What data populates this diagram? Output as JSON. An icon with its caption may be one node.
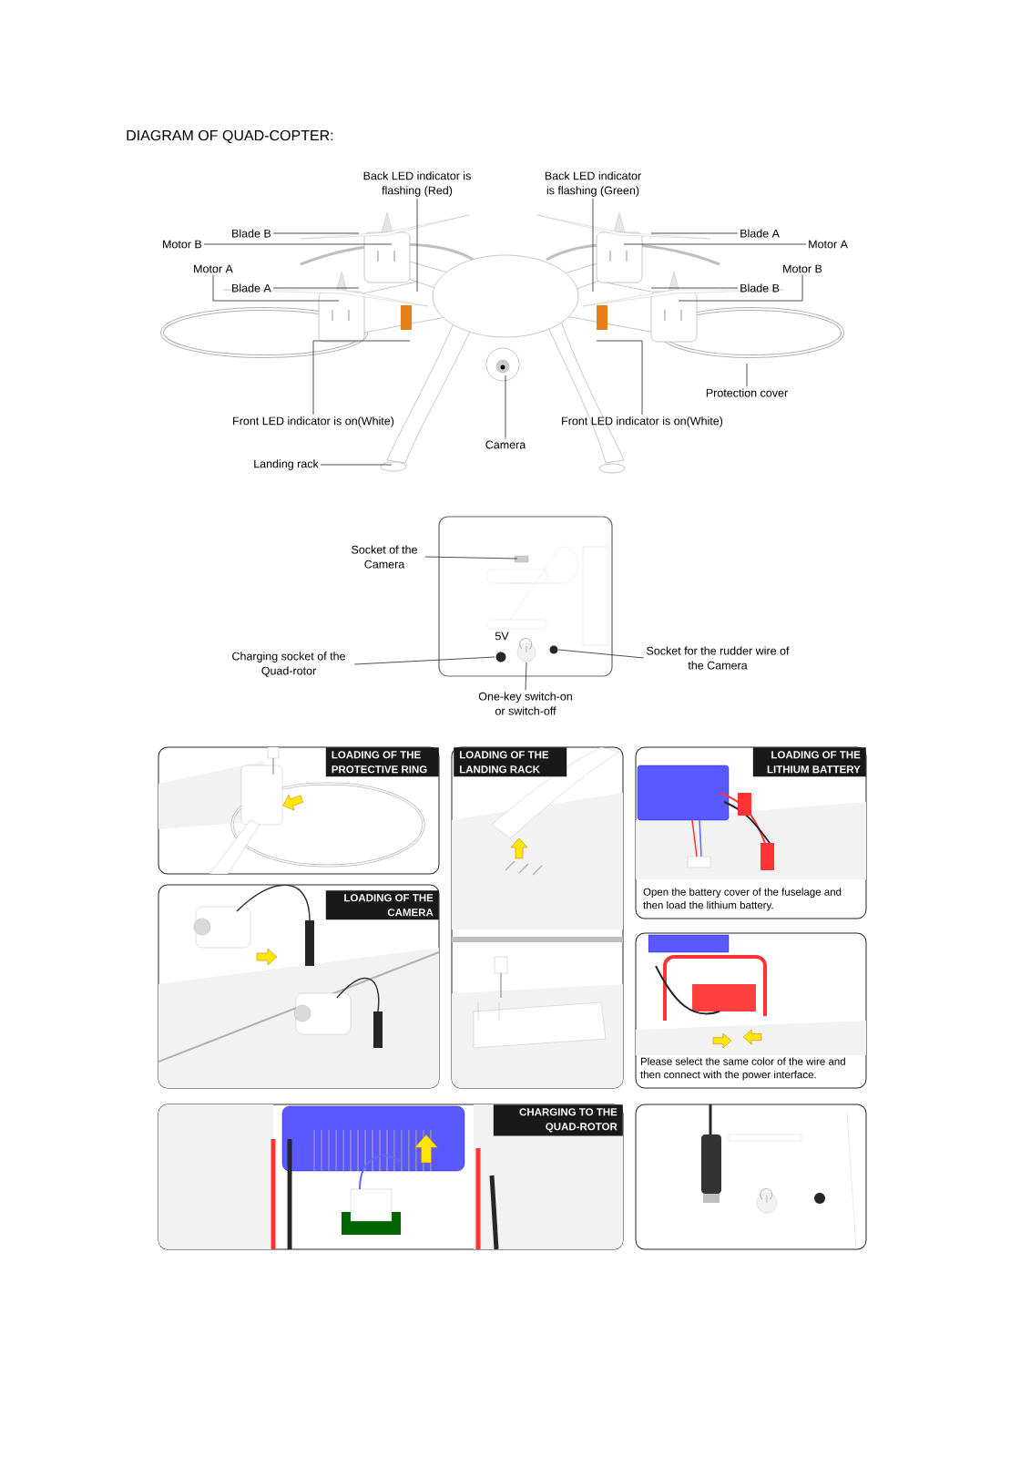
{
  "diagram": {
    "title": "DIAGRAM OF QUAD-COPTER:",
    "nodes": [
      {
        "text": [
          "Back LED indicator is flashing (Red)"
        ]
      },
      {
        "text": [
          "Back LED indicator is flashing (Green)"
        ]
      },
      {
        "text": [
          "Blade B"
        ]
      },
      {
        "text": [
          "Blade A"
        ]
      },
      {
        "text": [
          "Motor B"
        ]
      },
      {
        "text": [
          "Motor A"
        ]
      },
      {
        "text": [
          "Motor A"
        ]
      },
      {
        "text": [
          "Motor B"
        ]
      },
      {
        "text": [
          "Blade A"
        ]
      },
      {
        "text": [
          "Blade B"
        ]
      },
      {
        "text": [
          "Protection cover"
        ]
      },
      {
        "text": [
          "Front LED indicator is on(White)"
        ]
      },
      {
        "text": [
          "Front LED indicator is on(White)"
        ]
      },
      {
        "text": [
          "Camera"
        ]
      },
      {
        "text": [
          "Landing rack"
        ]
      },
      {
        "text": [
          "5V"
        ]
      },
      {
        "text": [
          "Socket of the Camera"
        ]
      },
      {
        "text": [
          "Charging socket of the Quad-rotor"
        ]
      },
      {
        "text": [
          "Socket for the rudder wire of the Camera"
        ]
      },
      {
        "text": [
          "One-key switch-on or switch-off"
        ]
      },
      {
        "text": [
          "LOADING OF THE PROTECTIVE RING"
        ]
      },
      {
        "text": [
          "LOADING OF THE CAMERA"
        ]
      },
      {
        "text": [
          "LOADING OF THE LANDING RACK"
        ]
      },
      {
        "text": [
          "LOADING OF THE LITHIUM BATTERY",
          "Open the battery cover of the fuselage and then load the lithium battery."
        ]
      },
      {
        "text": [
          "Please select the same color of the wire and then connect with the power interface."
        ]
      },
      {
        "text": [
          "CHARGING TO THE QUAD-ROTOR"
        ]
      },
      {
        "text": [],
        "shape": "picture"
      }
    ],
    "edges": [
      {
        "from": 0,
        "to": null,
        "arrow": "none"
      },
      {
        "from": 1,
        "to": null,
        "arrow": "none"
      },
      {
        "from": 2,
        "to": null,
        "arrow": "none"
      },
      {
        "from": 3,
        "to": null,
        "arrow": "none"
      },
      {
        "from": 4,
        "to": null,
        "arrow": "none"
      },
      {
        "from": 5,
        "to": null,
        "arrow": "none"
      },
      {
        "from": 6,
        "to": null,
        "arrow": "none"
      },
      {
        "from": 7,
        "to": null,
        "arrow": "none"
      },
      {
        "from": 8,
        "to": null,
        "arrow": "none"
      },
      {
        "from": 9,
        "to": null,
        "arrow": "none"
      },
      {
        "from": 10,
        "to": null,
        "arrow": "none"
      },
      {
        "from": 11,
        "to": null,
        "arrow": "none"
      },
      {
        "from": 12,
        "to": null,
        "arrow": "none"
      },
      {
        "from": 13,
        "to": null,
        "arrow": "none"
      },
      {
        "from": 14,
        "to": null,
        "arrow": "none"
      },
      {
        "from": 16,
        "to": 15,
        "arrow": "none"
      },
      {
        "from": 17,
        "to": 15,
        "arrow": "none"
      },
      {
        "from": 18,
        "to": 15,
        "arrow": "none"
      },
      {
        "from": 19,
        "to": 15,
        "arrow": "none"
      }
    ]
  }
}
